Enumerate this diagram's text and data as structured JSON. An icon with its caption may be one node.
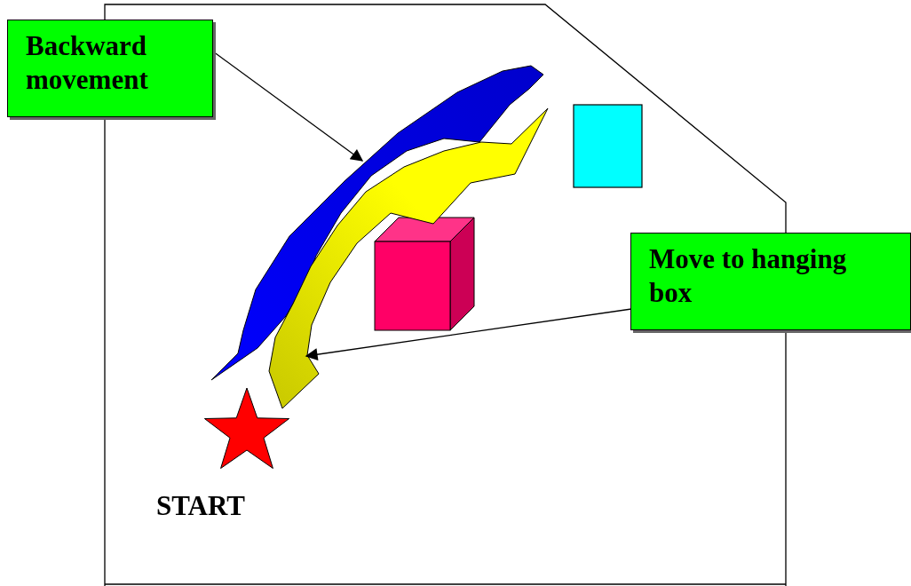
{
  "diagram": {
    "nodes": [
      {
        "text": [
          "Backward movement"
        ]
      },
      {
        "text": [
          "Move to hanging box"
        ]
      },
      {
        "text": [],
        "shape": "arrow"
      },
      {
        "text": [],
        "shape": "arrow"
      },
      {
        "text": [],
        "shape": "box"
      }
    ],
    "edges": [
      {
        "from": 0,
        "to": 2,
        "arrow": "to"
      },
      {
        "from": 1,
        "to": 3,
        "arrow": "to"
      }
    ],
    "labels": [
      "START"
    ]
  }
}
